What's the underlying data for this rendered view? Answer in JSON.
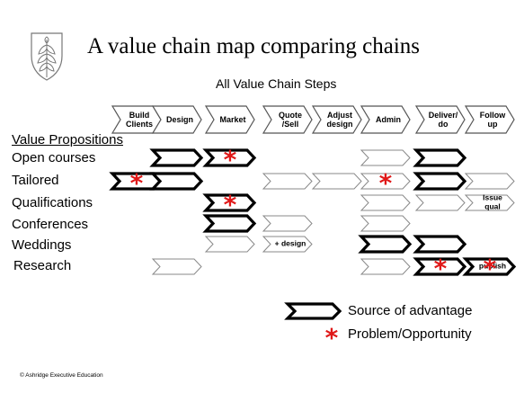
{
  "title": "A value chain map comparing chains",
  "subtitle": "All Value Chain Steps",
  "value_propositions_heading": "Value Propositions",
  "steps": [
    {
      "label": [
        "Build",
        "Clients"
      ]
    },
    {
      "label": [
        "Design"
      ]
    },
    {
      "label": [
        "Market"
      ]
    },
    {
      "label": [
        "Quote",
        "/Sell"
      ]
    },
    {
      "label": [
        "Adjust",
        "design"
      ]
    },
    {
      "label": [
        "Admin"
      ]
    },
    {
      "label": [
        "Deliver/",
        "do"
      ]
    },
    {
      "label": [
        "Follow",
        "up"
      ]
    }
  ],
  "rows": [
    {
      "label": "Open courses",
      "cells": [
        {
          "step": 1,
          "kind": "advantage"
        },
        {
          "step": 2,
          "kind": "advantage",
          "star": true
        },
        {
          "step": 5,
          "kind": "normal"
        },
        {
          "step": 6,
          "kind": "advantage"
        }
      ]
    },
    {
      "label": "Tailored",
      "cells": [
        {
          "step": 0,
          "kind": "advantage",
          "star": true
        },
        {
          "step": 1,
          "kind": "advantage"
        },
        {
          "step": 3,
          "kind": "normal"
        },
        {
          "step": 4,
          "kind": "normal"
        },
        {
          "step": 5,
          "kind": "normal",
          "star": true
        },
        {
          "step": 6,
          "kind": "advantage"
        },
        {
          "step": 7,
          "kind": "normal"
        }
      ]
    },
    {
      "label": "Qualifications",
      "cells": [
        {
          "step": 2,
          "kind": "advantage",
          "star": true
        },
        {
          "step": 5,
          "kind": "normal"
        },
        {
          "step": 6,
          "kind": "normal"
        },
        {
          "step": 7,
          "kind": "normal",
          "text": [
            "Issue",
            "qual"
          ]
        }
      ]
    },
    {
      "label": "Conferences",
      "cells": [
        {
          "step": 2,
          "kind": "advantage"
        },
        {
          "step": 3,
          "kind": "normal"
        },
        {
          "step": 5,
          "kind": "normal"
        }
      ]
    },
    {
      "label": "Weddings",
      "cells": [
        {
          "step": 2,
          "kind": "normal"
        },
        {
          "step": 3,
          "kind": "normal",
          "text": [
            "+ design"
          ]
        },
        {
          "step": 5,
          "kind": "advantage"
        },
        {
          "step": 6,
          "kind": "advantage"
        }
      ]
    },
    {
      "label": "Research",
      "cells": [
        {
          "step": 1,
          "kind": "normal"
        },
        {
          "step": 5,
          "kind": "normal"
        },
        {
          "step": 6,
          "kind": "advantage",
          "star": true
        },
        {
          "step": 7,
          "kind": "advantage",
          "star": true,
          "text": [
            "publish"
          ]
        }
      ]
    }
  ],
  "legend": {
    "advantage_label": "Source of advantage",
    "problem_label": "Problem/Opportunity",
    "star_glyph": "*",
    "star_color": "#e01818"
  },
  "copyright": "© Ashridge Executive Education"
}
